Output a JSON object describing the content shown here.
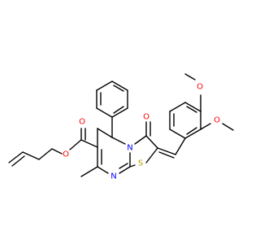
{
  "colors": {
    "bond": "#000000",
    "oxygen": "#ff0000",
    "nitrogen": "#0000ff",
    "sulfur": "#b2a400",
    "background": "#ffffff"
  },
  "atom_labels": {
    "o_ester_single": "O",
    "o_ester_carbonyl": "O",
    "o_ring_carbonyl": "O",
    "o_methoxy_top": "O",
    "o_methoxy_side": "O",
    "n_bridge": "N",
    "n_ring": "N",
    "s_ring": "S"
  }
}
